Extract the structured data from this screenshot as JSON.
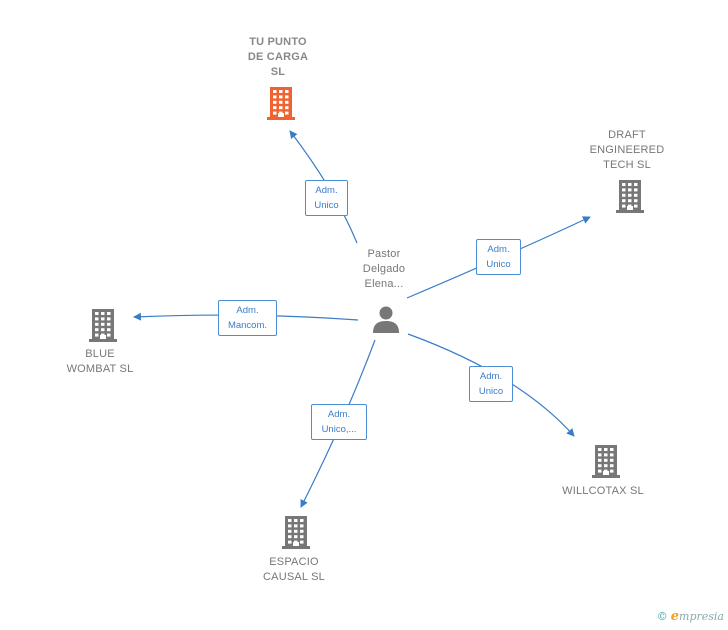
{
  "center": {
    "label": "Pastor\nDelgado\nElena..."
  },
  "nodes": [
    {
      "id": "tu-punto",
      "label": "TU PUNTO\nDE CARGA\nSL",
      "color": "#f0622f",
      "main": true
    },
    {
      "id": "draft",
      "label": "DRAFT\nENGINEERED\nTECH  SL",
      "color": "#777777",
      "main": false
    },
    {
      "id": "blue",
      "label": "BLUE\nWOMBAT  SL",
      "color": "#777777",
      "main": false
    },
    {
      "id": "willcotax",
      "label": "WILLCOTAX  SL",
      "color": "#777777",
      "main": false
    },
    {
      "id": "espacio",
      "label": "ESPACIO\nCAUSAL  SL",
      "color": "#777777",
      "main": false
    }
  ],
  "edges": [
    {
      "to": "tu-punto",
      "label": "Adm.\nUnico"
    },
    {
      "to": "draft",
      "label": "Adm.\nUnico"
    },
    {
      "to": "blue",
      "label": "Adm.\nMancom."
    },
    {
      "to": "willcotax",
      "label": "Adm.\nUnico"
    },
    {
      "to": "espacio",
      "label": "Adm.\nUnico,..."
    }
  ],
  "colors": {
    "edge": "#3a7cc8",
    "person": "#777777"
  },
  "footer": {
    "copyright": "©",
    "brand_initial": "e",
    "brand_rest": "mpresia"
  }
}
